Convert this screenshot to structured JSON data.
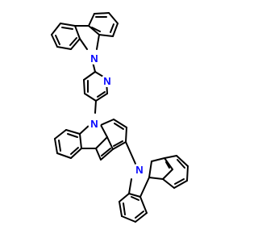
{
  "molecule": {
    "atoms": {
      "n_top": "N",
      "n_pyridine": "N",
      "n_middle": "N",
      "n_bottom": "N"
    },
    "colors": {
      "bond": "#000000",
      "nitrogen": "#0000ff",
      "background": "#ffffff"
    }
  }
}
